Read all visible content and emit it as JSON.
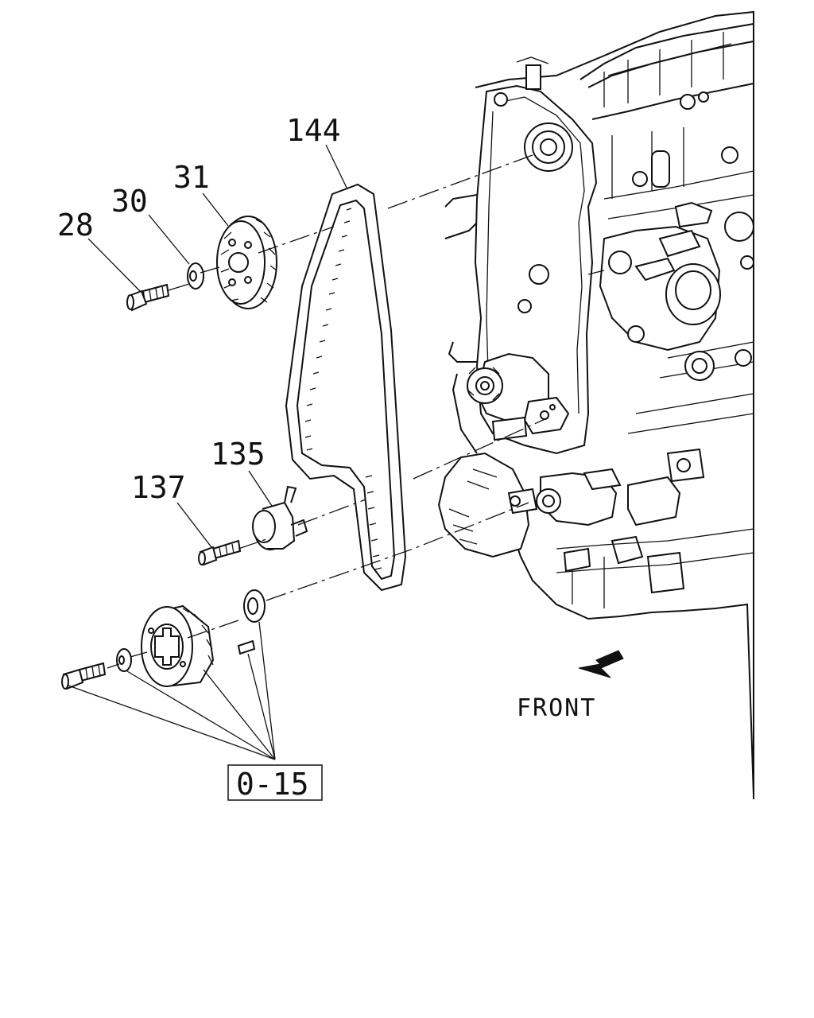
{
  "diagram": {
    "labels": {
      "belt": "144",
      "camshaft_pulley": "31",
      "washer": "30",
      "bolt_cam": "28",
      "tensioner": "135",
      "tensioner_bolt": "137",
      "crank_group": "0-15"
    },
    "direction_label": "FRONT"
  }
}
